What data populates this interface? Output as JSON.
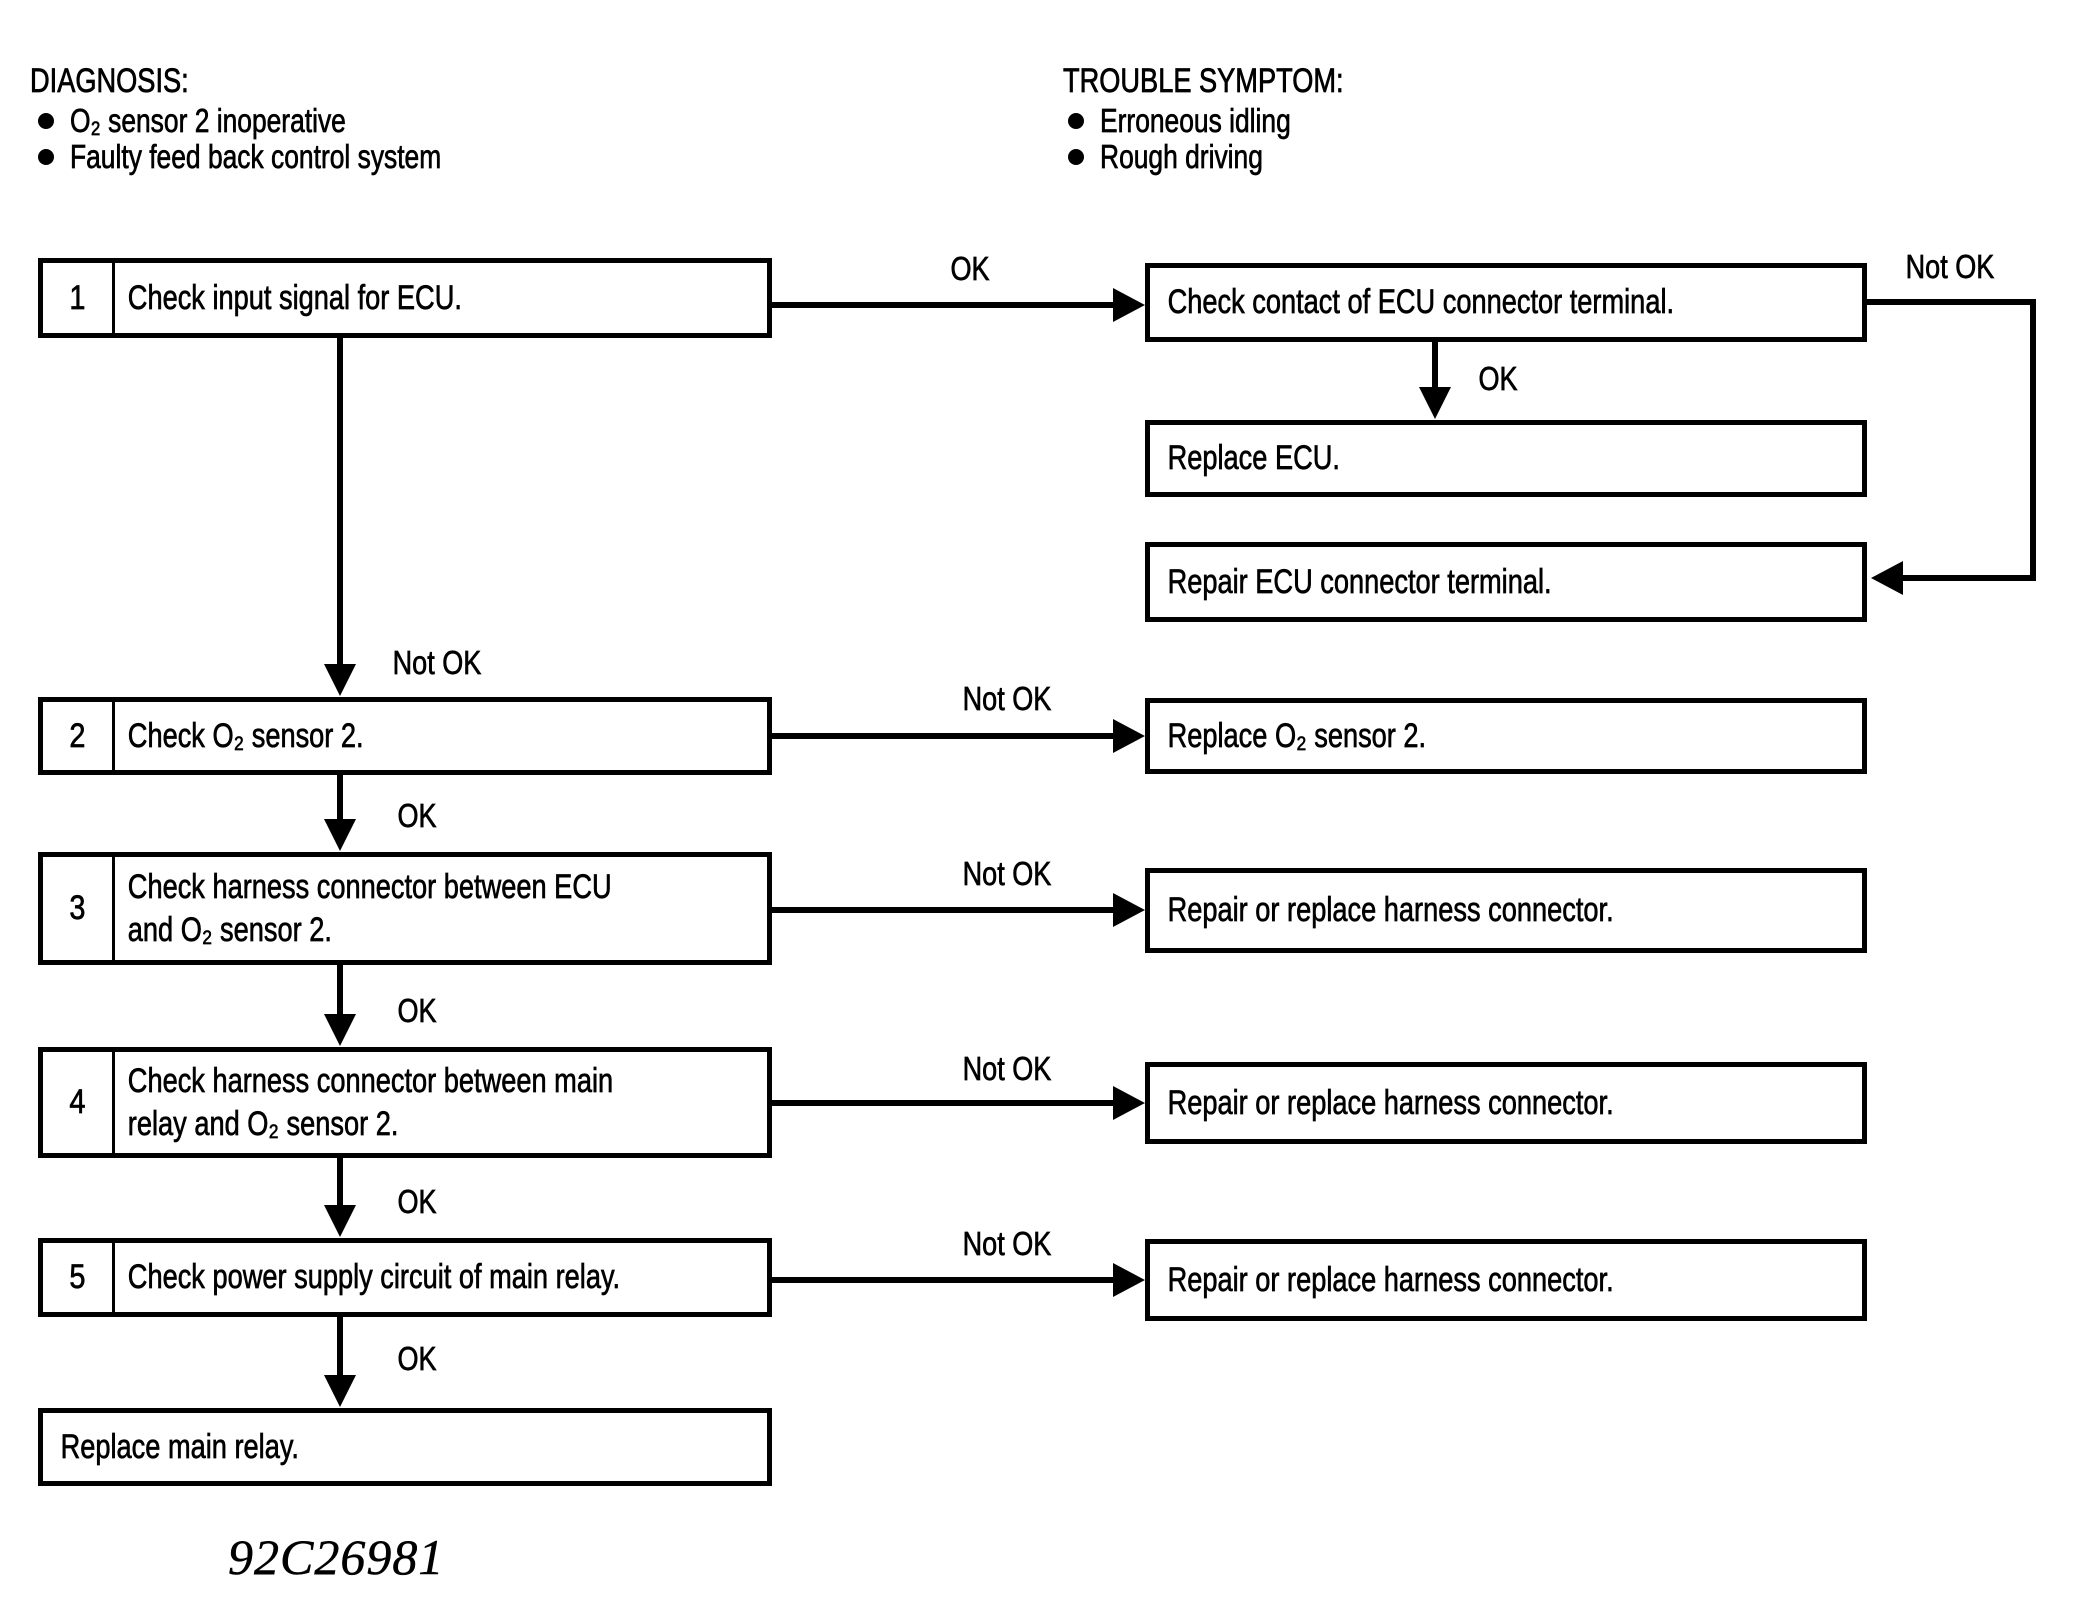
{
  "colors": {
    "ink": "#000000",
    "paper": "#ffffff"
  },
  "labels": {
    "ok": "OK",
    "not_ok": "Not OK"
  },
  "diagnosis": {
    "title": "DIAGNOSIS:",
    "items": [
      "O₂ sensor 2 inoperative",
      "Faulty feed back control system"
    ]
  },
  "trouble": {
    "title": "TROUBLE SYMPTOM:",
    "items": [
      "Erroneous idling",
      "Rough driving"
    ]
  },
  "steps": [
    {
      "num": "1",
      "label": "Check input signal for ECU."
    },
    {
      "num": "2",
      "label": "Check O₂ sensor 2."
    },
    {
      "num": "3",
      "label": "Check harness connector between ECU\nand O₂ sensor 2."
    },
    {
      "num": "4",
      "label": "Check harness connector between main\nrelay and O₂ sensor 2."
    },
    {
      "num": "5",
      "label": "Check power supply circuit of main relay."
    }
  ],
  "final_action": "Replace main relay.",
  "actions": {
    "check_contact": "Check contact of ECU connector terminal.",
    "replace_ecu": "Replace ECU.",
    "repair_terminal": "Repair ECU connector terminal.",
    "replace_sensor": "Replace O₂ sensor 2.",
    "repair_harness_1": "Repair or replace harness connector.",
    "repair_harness_2": "Repair or replace harness connector.",
    "repair_harness_3": "Repair or replace harness connector."
  },
  "figure_code": "92C26981"
}
